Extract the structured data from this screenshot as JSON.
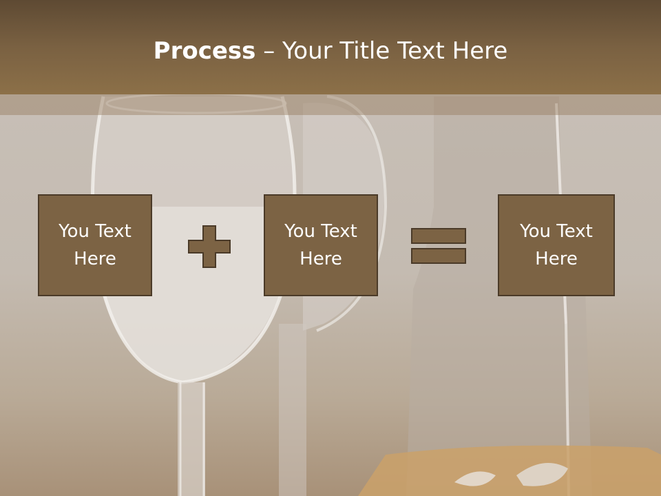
{
  "title": {
    "bold": "Process",
    "dash": " – ",
    "rest": "Your Title Text Here"
  },
  "boxes": [
    {
      "label": "You Text Here"
    },
    {
      "label": "You Text Here"
    },
    {
      "label": "You Text Here"
    }
  ],
  "operators": [
    "plus-icon",
    "equals-icon"
  ],
  "colors": {
    "title_bar": "#7a6142",
    "box_fill": "#7c6344",
    "box_border": "#4a3a28",
    "operator_fill": "#7c6344",
    "text": "#ffffff"
  }
}
